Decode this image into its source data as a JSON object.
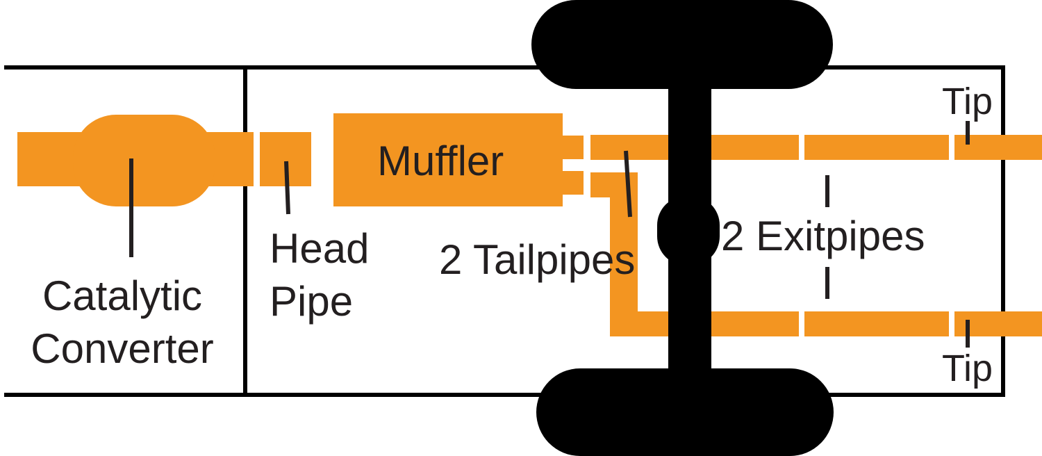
{
  "labels": {
    "catalytic_line1": "Catalytic",
    "catalytic_line2": "Converter",
    "head_line1": "Head",
    "head_line2": "Pipe",
    "muffler": "Muffler",
    "tailpipes": "2 Tailpipes",
    "exitpipes": "2 Exitpipes",
    "tip_top": "Tip",
    "tip_bottom": "Tip"
  },
  "colors": {
    "pipe": "#f39521",
    "frame": "#000000",
    "text": "#231f20"
  }
}
